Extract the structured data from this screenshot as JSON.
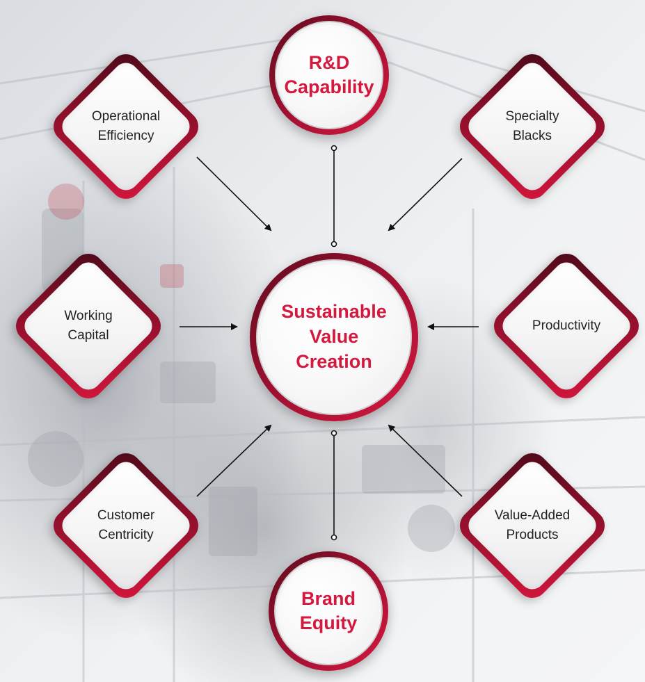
{
  "diagram": {
    "center": {
      "label": "Sustainable\nValue\nCreation"
    },
    "circles": {
      "top": {
        "label": "R&D\nCapability"
      },
      "bottom": {
        "label": "Brand\nEquity"
      }
    },
    "diamonds": {
      "operational": {
        "label": "Operational\nEfficiency"
      },
      "specialty": {
        "label": "Specialty\nBlacks"
      },
      "working": {
        "label": "Working\nCapital"
      },
      "productivity": {
        "label": "Productivity"
      },
      "customer": {
        "label": "Customer\nCentricity"
      },
      "valueadded": {
        "label": "Value-Added\nProducts"
      }
    }
  },
  "colors": {
    "accent": "#d5183d",
    "accent_dark": "#5e0b1d",
    "text": "#222222",
    "arrow": "#111111"
  }
}
